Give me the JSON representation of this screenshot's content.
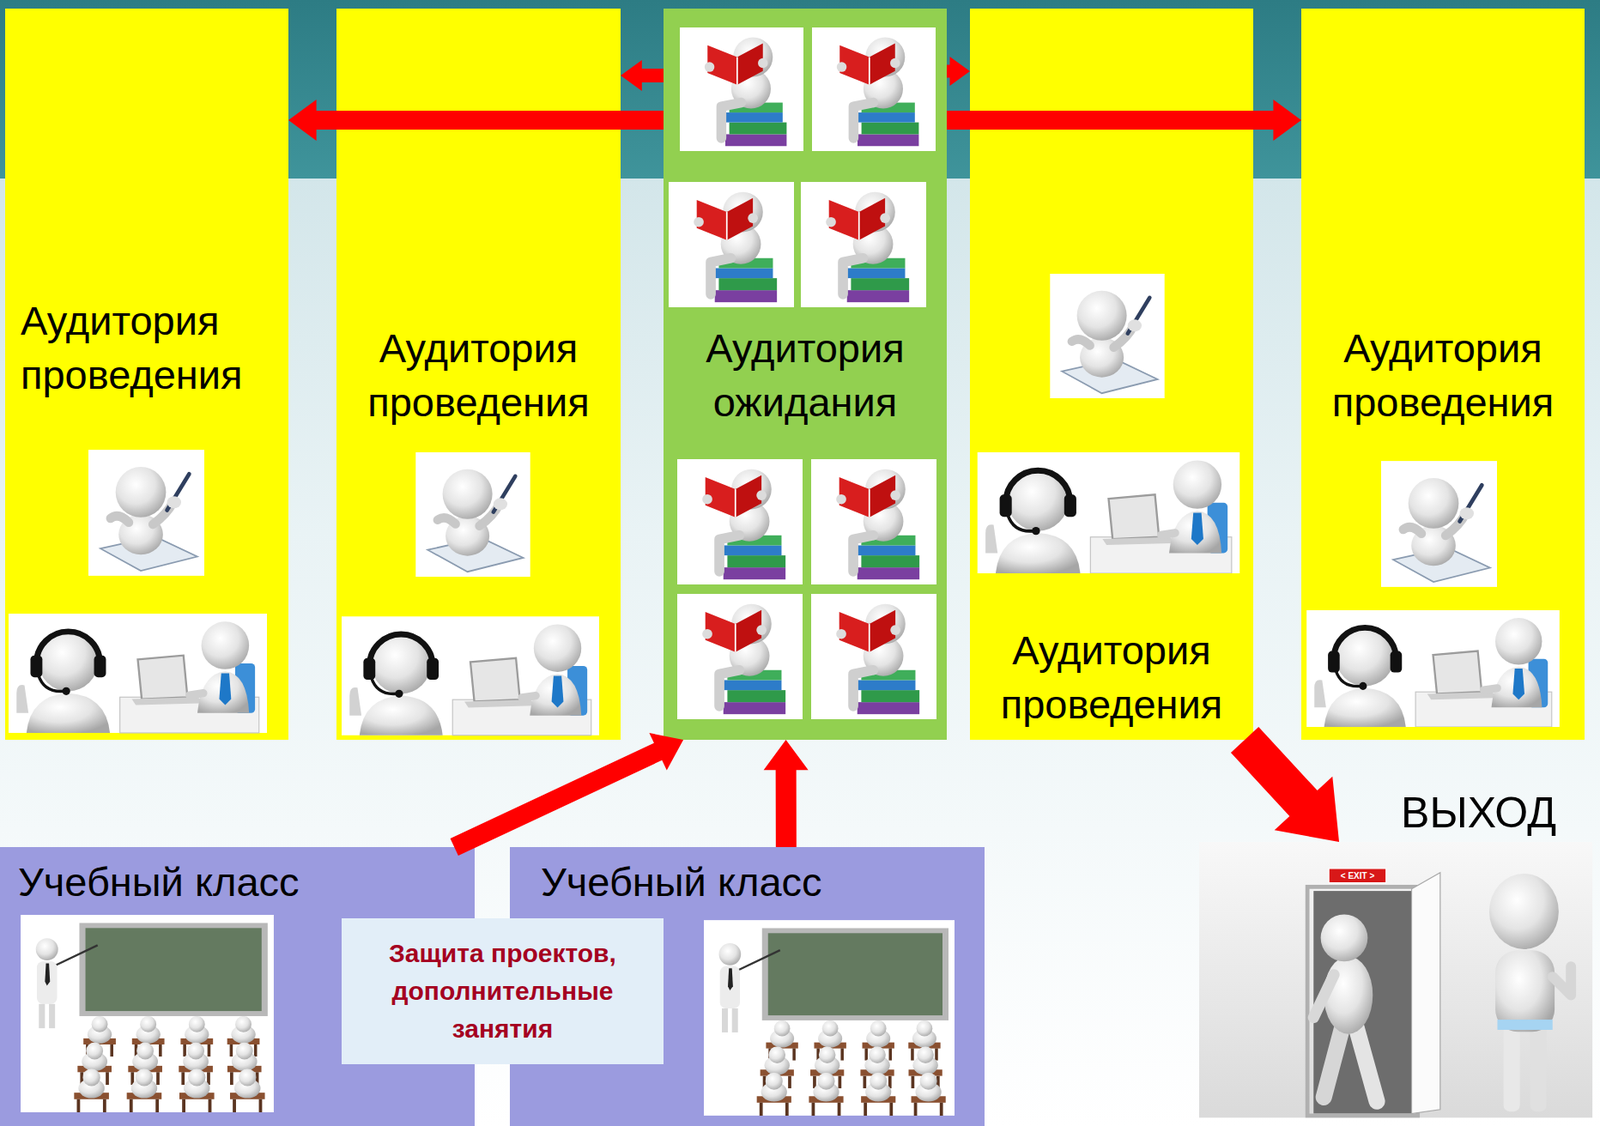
{
  "diagram": {
    "nodes": [
      {
        "text": [
          "Аудитория проведения"
        ]
      },
      {
        "text": [
          "Аудитория проведения"
        ]
      },
      {
        "text": [
          "Аудитория ожидания"
        ]
      },
      {
        "text": [
          "Аудитория проведения"
        ]
      },
      {
        "text": [
          "Аудитория проведения"
        ]
      },
      {
        "text": [
          "Учебный класс"
        ]
      },
      {
        "text": [
          "Защита проектов, дополнительные занятия"
        ]
      },
      {
        "text": [
          "Учебный класс"
        ]
      },
      {
        "text": [
          "ВЫХОД"
        ]
      }
    ],
    "edges": [
      {
        "from": 2,
        "to": 0,
        "arrow": "to"
      },
      {
        "from": 2,
        "to": 1,
        "arrow": "to"
      },
      {
        "from": 2,
        "to": 3,
        "arrow": "to"
      },
      {
        "from": 2,
        "to": 4,
        "arrow": "to"
      },
      {
        "from": 5,
        "to": 2,
        "arrow": "to"
      },
      {
        "from": 7,
        "to": 2,
        "arrow": "to"
      },
      {
        "from": 3,
        "to": 8,
        "arrow": "to"
      }
    ],
    "labels": [
      "< EXIT >"
    ]
  }
}
